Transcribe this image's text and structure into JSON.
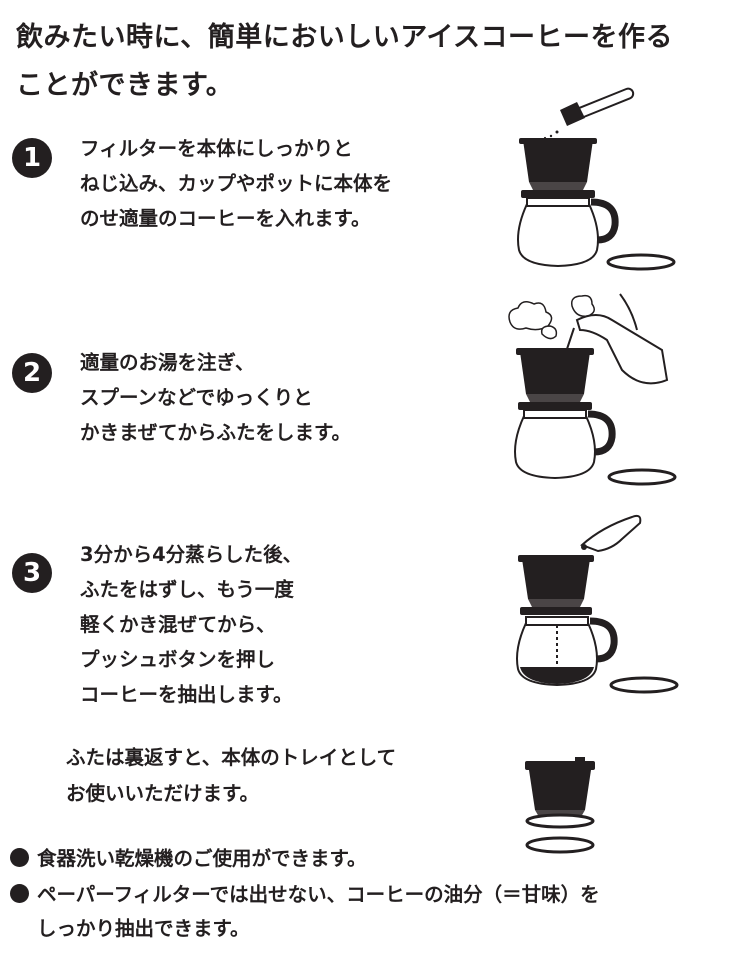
{
  "heading": {
    "line1": "飲みたい時に、簡単においしいアイスコーヒーを作る",
    "line2": "ことができます。"
  },
  "steps": [
    {
      "number": "1",
      "lines": [
        "フィルターを本体にしっかりと",
        "ねじ込み、カップやポットに本体を",
        "のせ適量のコーヒーを入れます。"
      ]
    },
    {
      "number": "2",
      "lines": [
        "適量のお湯を注ぎ、",
        "スプーンなどでゆっくりと",
        "かきまぜてからふたをします。"
      ]
    },
    {
      "number": "3",
      "lines": [
        "3分から4分蒸らした後、",
        "ふたをはずし、もう一度",
        "軽くかき混ぜてから、",
        "プッシュボタンを押し",
        "コーヒーを抽出します。"
      ]
    }
  ],
  "note": {
    "lines": [
      "ふたは裏返すと、本体のトレイとして",
      "お使いいただけます。"
    ]
  },
  "bullets": [
    {
      "lines": [
        "食器洗い乾燥機のご使用ができます。"
      ]
    },
    {
      "lines": [
        "ペーパーフィルターでは出せない、コーヒーの油分（＝甘味）を",
        "しっかり抽出できます。"
      ]
    }
  ],
  "colors": {
    "ink": "#231f20",
    "background": "#ffffff"
  },
  "icons": [
    "coffee-dripper-with-scoop",
    "coffee-dripper-with-kettle",
    "coffee-dripper-press-button",
    "dripper-on-lid-tray"
  ]
}
